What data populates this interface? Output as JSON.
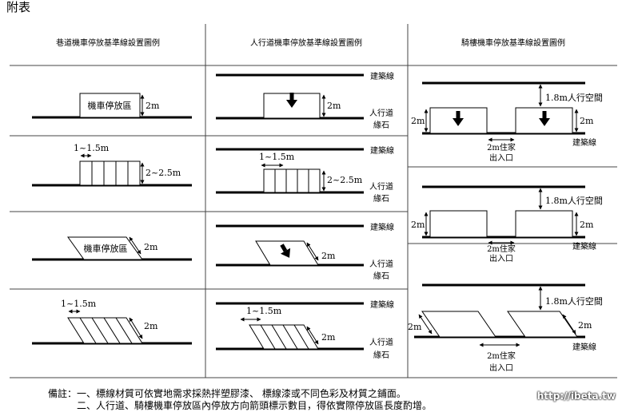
{
  "title": "附表",
  "headers": [
    "巷道機車停放基準線設置圖例",
    "人行道機車停放基準線設置圖例",
    "騎樓機車停放基準線設置圖例"
  ],
  "labels": {
    "zone": "機車停放區",
    "d2m": "2m",
    "d1_15": "1~1.5m",
    "d2_25": "2~2.5m",
    "building_line": "建築線",
    "sidewalk": "人行道",
    "curb": "緣石",
    "ped_space": "1.8m人行空間",
    "entrance_1": "2m住家",
    "entrance_2": "出入口"
  },
  "notes": {
    "prefix": "備註：",
    "n1": "一、標線材質可依實地需求採熱拌塑膠漆、 標線漆或不同色彩及材質之鋪面。",
    "n2": "二、人行道、騎樓機車停放區內停放方向箭頭標示數目，得依實際停放區長度酌增。"
  },
  "watermark": "http://ibeta.tw"
}
